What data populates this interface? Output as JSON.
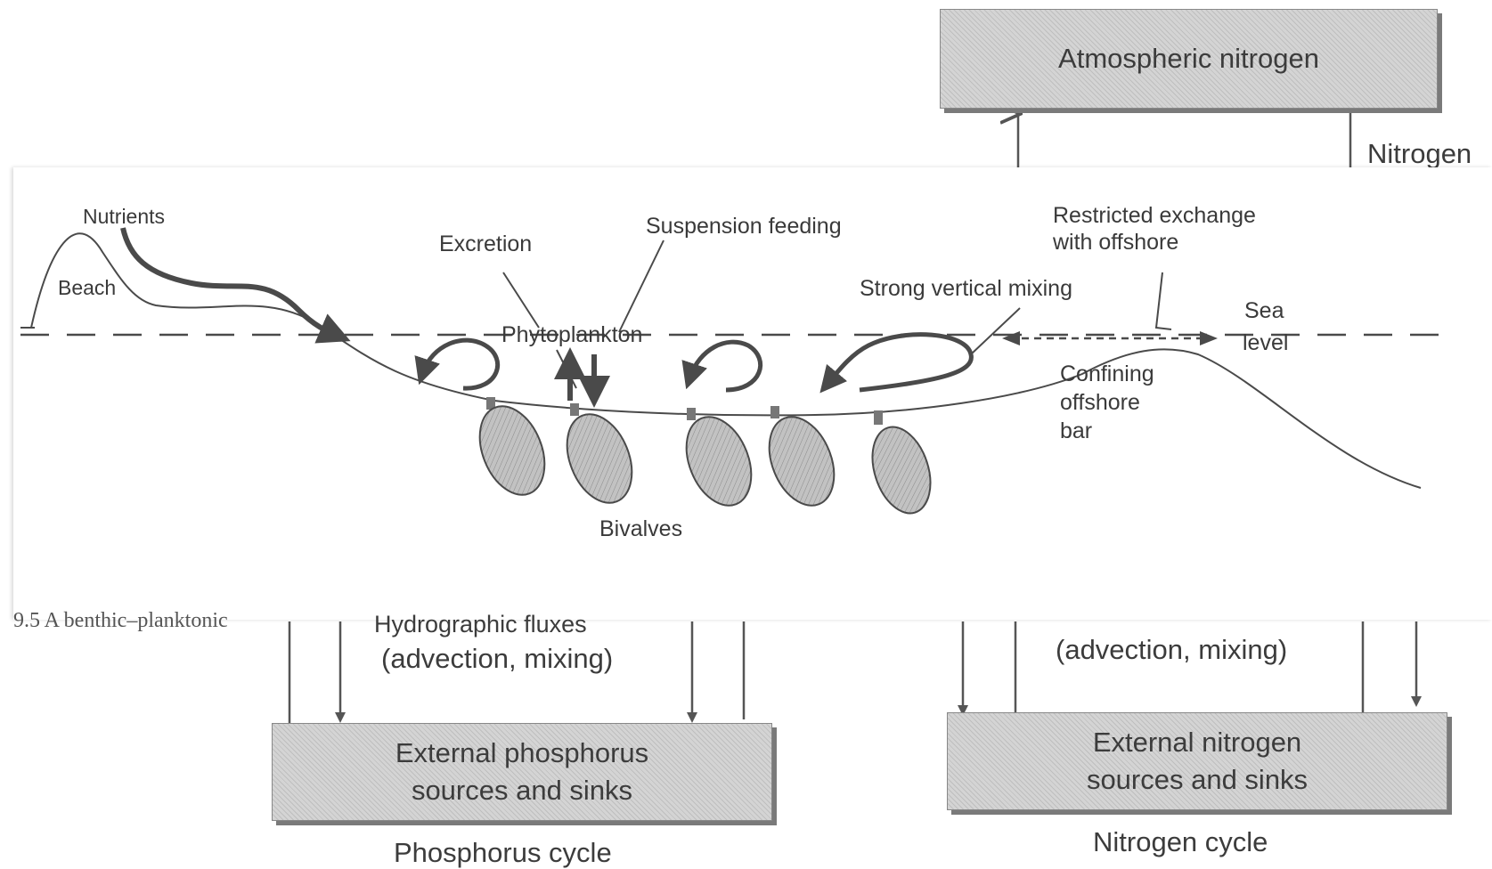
{
  "background": {
    "atmospheric_box": "Atmospheric nitrogen",
    "nitrogen_partial_label": "Nitrogen",
    "left_flux_label_line1": "Hydrographic fluxes",
    "left_flux_label_line2": "(advection, mixing)",
    "right_flux_label_line2": "(advection, mixing)",
    "phosphorus_box_line1": "External phosphorus",
    "phosphorus_box_line2": "sources and sinks",
    "nitrogen_box_line1": "External nitrogen",
    "nitrogen_box_line2": "sources and sinks",
    "phosphorus_caption": "Phosphorus cycle",
    "nitrogen_caption": "Nitrogen cycle"
  },
  "panel": {
    "nutrients": "Nutrients",
    "beach": "Beach",
    "excretion": "Excretion",
    "suspension_feeding": "Suspension feeding",
    "phytoplankton": "Phytoplankton",
    "restricted_line1": "Restricted exchange",
    "restricted_line2": "with offshore",
    "strong_mixing": "Strong vertical mixing",
    "sea": "Sea",
    "level": "level",
    "confining_line1": "Confining",
    "confining_line2": "offshore",
    "confining_line3": "bar",
    "bivalves": "Bivalves",
    "caption_fragment": "9.5   A benthic–planktonic"
  },
  "colors": {
    "box_fill": "#d4d4d4",
    "line": "#4a4a4a",
    "bivalve_fill": "#bdbdbd"
  }
}
